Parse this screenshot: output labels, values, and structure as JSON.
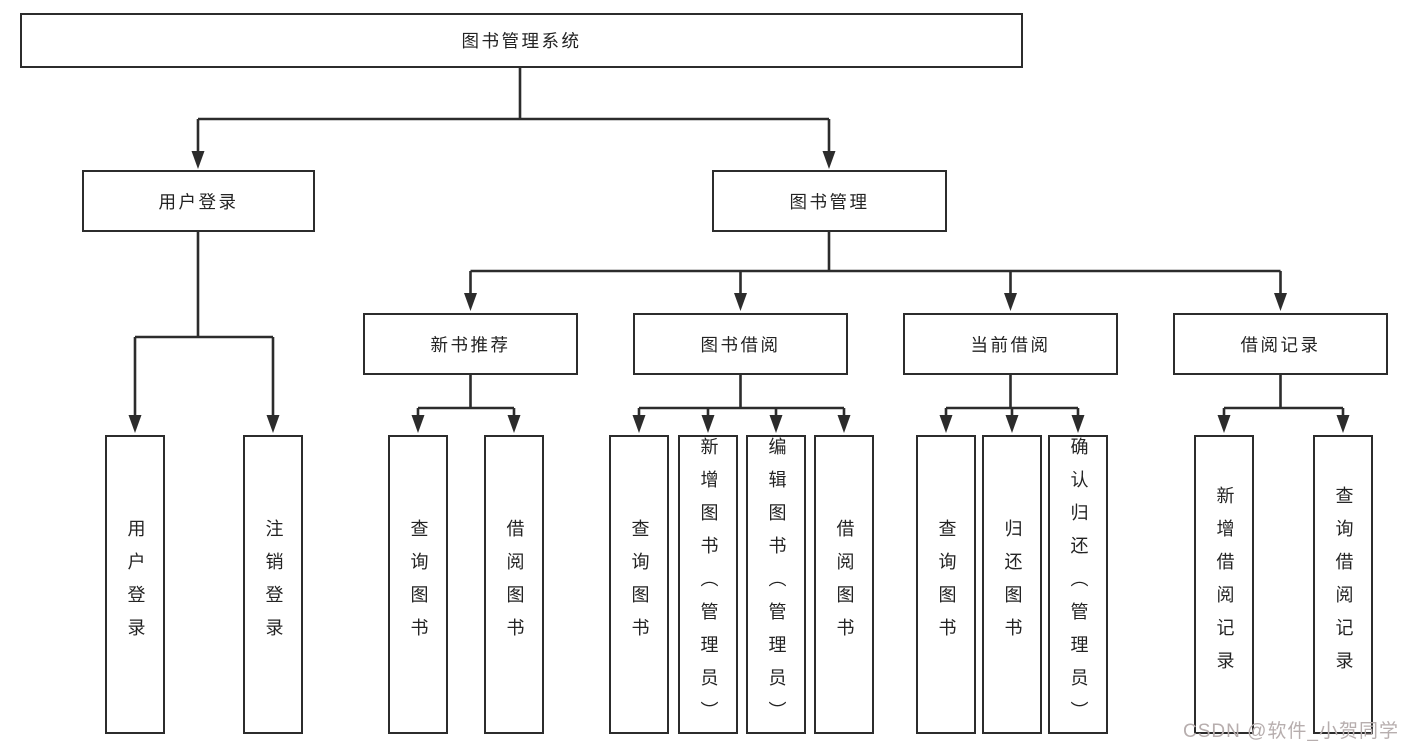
{
  "diagram": {
    "root": "图书管理系统",
    "user_branch": {
      "label": "用户登录",
      "leaves": [
        "用户登录",
        "注销登录"
      ]
    },
    "management_branch": {
      "label": "图书管理",
      "groups": [
        {
          "label": "新书推荐",
          "leaves": [
            "查询图书",
            "借阅图书"
          ]
        },
        {
          "label": "图书借阅",
          "leaves": [
            "查询图书",
            "新增图书（管理员）",
            "编辑图书（管理员）",
            "借阅图书"
          ]
        },
        {
          "label": "当前借阅",
          "leaves": [
            "查询图书",
            "归还图书",
            "确认归还（管理员）"
          ]
        },
        {
          "label": "借阅记录",
          "leaves": [
            "新增借阅记录",
            "查询借阅记录"
          ]
        }
      ]
    }
  },
  "watermark": {
    "text": "CSDN @软件_小贺同学"
  }
}
